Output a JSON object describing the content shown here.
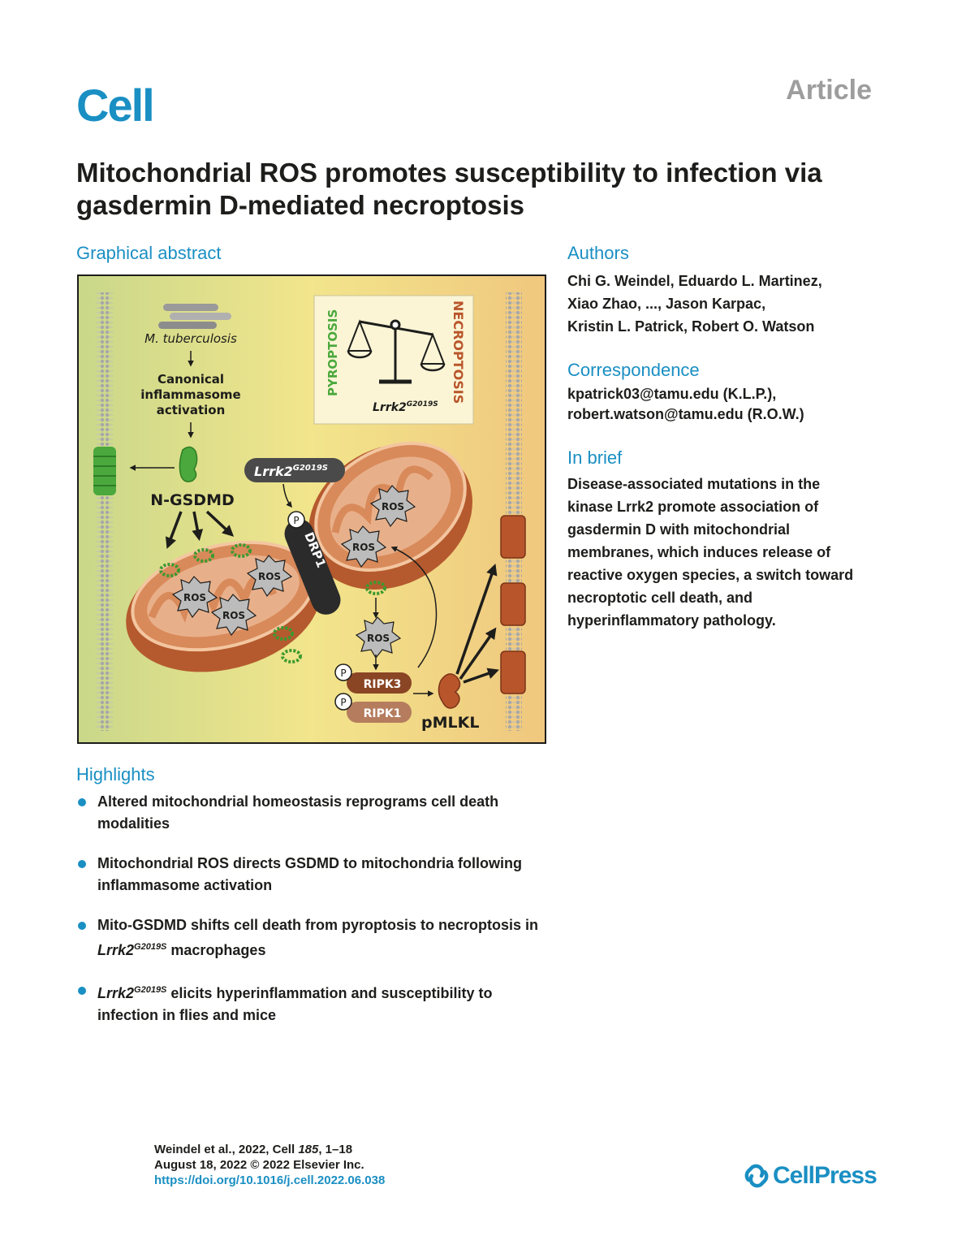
{
  "header": {
    "journal": "Cell",
    "article_type": "Article"
  },
  "title": "Mitochondrial ROS promotes susceptibility to infection via gasdermin D-mediated necroptosis",
  "graphical_abstract": {
    "heading": "Graphical abstract",
    "pathogen": "M. tuberculosis",
    "activation": [
      "Canonical",
      "inflammasome",
      "activation"
    ],
    "ngsdmd": "N-GSDMD",
    "balance_left": "PYROPTOSIS",
    "balance_right": "NECROPTOSIS",
    "lrrk2": "Lrrk2",
    "lrrk2_sup": "G2019S",
    "drp1": "DRP1",
    "p": "P",
    "ros": "ROS",
    "ripk3": "RIPK3",
    "ripk1": "RIPK1",
    "pmlkl": "pMLKL",
    "colors": {
      "bg_left": "#c9d88a",
      "bg_mid": "#f2e58c",
      "bg_right": "#f0c77e",
      "mito_outer": "#c4693a",
      "mito_inner": "#e3a577",
      "gsdmd": "#4aa83c",
      "mlkl": "#b9552b"
    }
  },
  "authors": {
    "heading": "Authors",
    "lines": [
      "Chi G. Weindel, Eduardo L. Martinez,",
      "Xiao Zhao, ..., Jason Karpac,",
      "Kristin L. Patrick, Robert O. Watson"
    ]
  },
  "correspondence": {
    "heading": "Correspondence",
    "lines": [
      "kpatrick03@tamu.edu (K.L.P.),",
      "robert.watson@tamu.edu (R.O.W.)"
    ]
  },
  "in_brief": {
    "heading": "In brief",
    "lines": [
      "Disease-associated mutations in the",
      "kinase Lrrk2 promote association of",
      "gasdermin D with mitochondrial",
      "membranes, which induces release of",
      "reactive oxygen species, a switch toward",
      "necroptotic cell death, and",
      "hyperinflammatory pathology."
    ]
  },
  "highlights": {
    "heading": "Highlights",
    "items": [
      {
        "pre": "Altered mitochondrial homeostasis reprograms cell death modalities",
        "it": "",
        "sup": "",
        "post": ""
      },
      {
        "pre": "Mitochondrial ROS directs GSDMD to mitochondria following inflammasome activation",
        "it": "",
        "sup": "",
        "post": ""
      },
      {
        "pre": "Mito-GSDMD shifts cell death from pyroptosis to necroptosis in ",
        "it": "Lrrk2",
        "sup": "G2019S",
        "post": " macrophages"
      },
      {
        "pre": "",
        "it": "Lrrk2",
        "sup": "G2019S",
        "post": " elicits hyperinflammation and susceptibility to infection in flies and mice"
      }
    ]
  },
  "footer": {
    "citation_pre": "Weindel et al., 2022, Cell ",
    "citation_vol": "185",
    "citation_post": ", 1–18",
    "date_line": "August 18, 2022 © 2022 Elsevier Inc.",
    "doi": "https://doi.org/10.1016/j.cell.2022.06.038"
  },
  "publisher": "CellPress"
}
